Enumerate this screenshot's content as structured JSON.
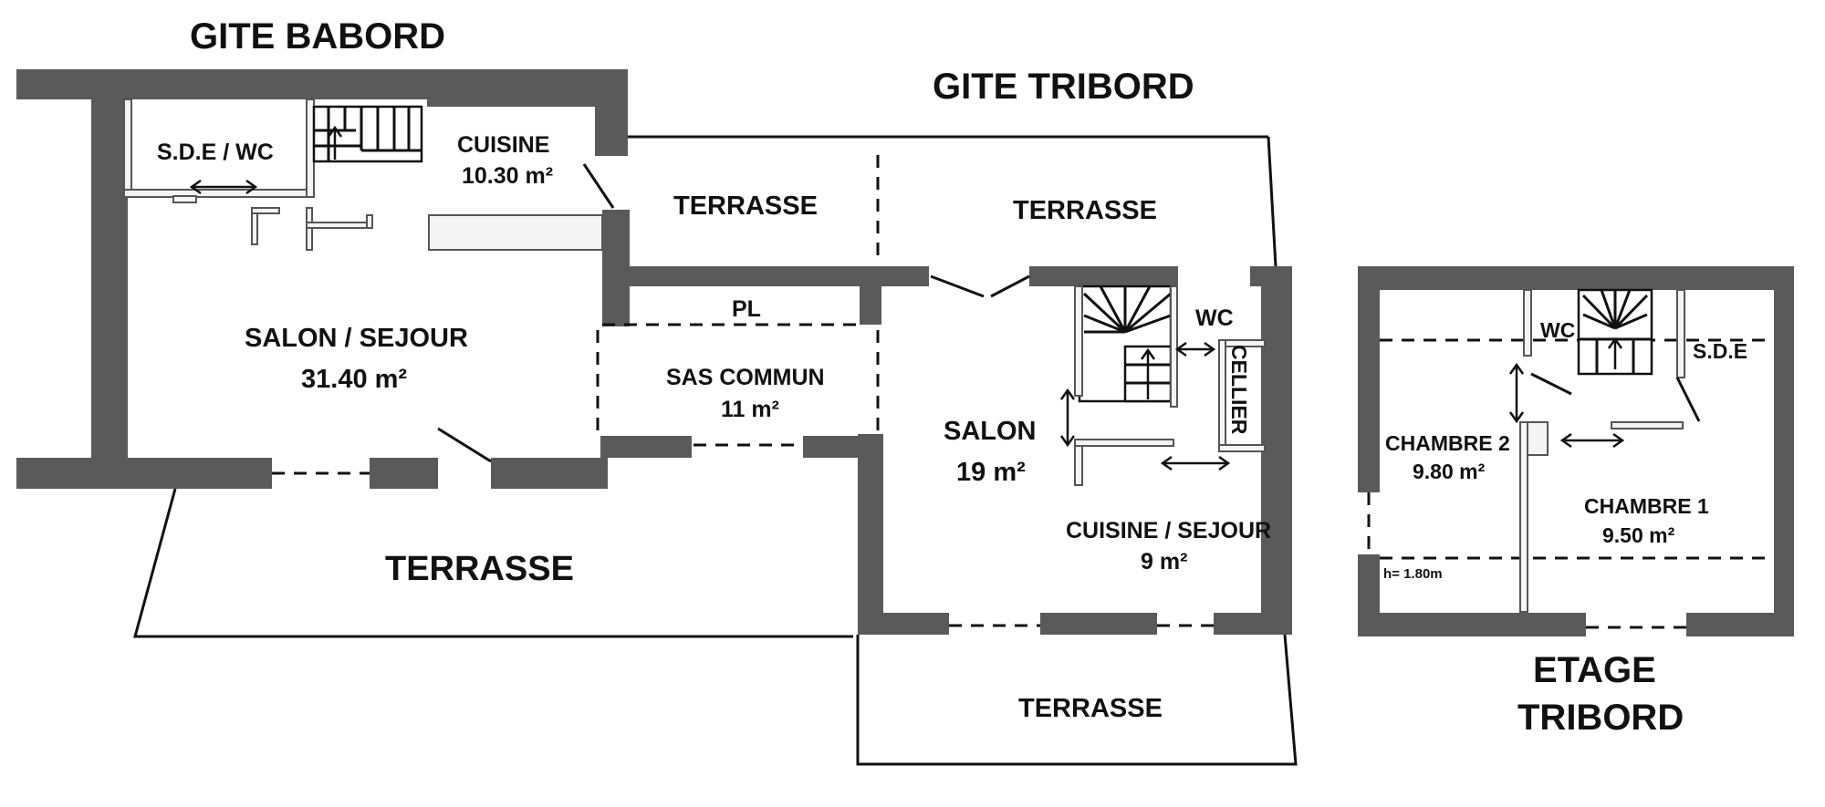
{
  "titles": {
    "gite_babord": "GITE BABORD",
    "gite_tribord": "GITE TRIBORD",
    "etage_line1": "ETAGE",
    "etage_line2": "TRIBORD"
  },
  "babord": {
    "sde_wc": "S.D.E / WC",
    "cuisine": "CUISINE",
    "cuisine_area": "10.30 m²",
    "salon_sejour": "SALON / SEJOUR",
    "salon_sejour_area": "31.40 m²",
    "terrasse_bottom": "TERRASSE"
  },
  "common": {
    "terrasse_top": "TERRASSE",
    "pl": "PL",
    "sas_commun": "SAS COMMUN",
    "sas_commun_area": "11 m²"
  },
  "tribord": {
    "terrasse_top": "TERRASSE",
    "wc": "WC",
    "cellier": "CELLIER",
    "salon": "SALON",
    "salon_area": "19 m²",
    "cuisine_sejour": "CUISINE / SEJOUR",
    "cuisine_sejour_area": "9 m²",
    "terrasse_bottom": "TERRASSE"
  },
  "etage": {
    "wc": "WC",
    "sde": "S.D.E",
    "chambre2": "CHAMBRE 2",
    "chambre2_area": "9.80 m²",
    "chambre1": "CHAMBRE 1",
    "chambre1_area": "9.50 m²",
    "height_note": "h= 1.80m"
  },
  "colors": {
    "wall": "#5a5a5a",
    "line": "#111111",
    "background": "#ffffff"
  }
}
